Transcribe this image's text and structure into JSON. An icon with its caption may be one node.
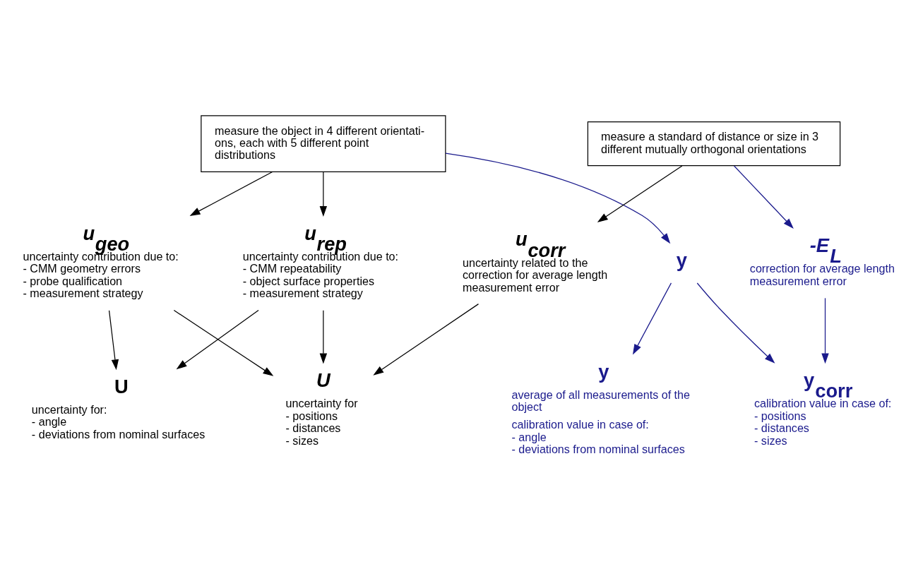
{
  "diagram": {
    "nodes": [
      {
        "text": [
          "measure the object in 4 different orientati- ons, each with 5 different point distributions"
        ]
      },
      {
        "text": [
          "measure a standard of distance or size in 3 different mutually orthogonal orientations"
        ]
      },
      {
        "text": [
          "u$_{geo}$",
          "uncertainty contribution due to: - CMM geometry errors - probe qualification - measurement strategy"
        ]
      },
      {
        "text": [
          "u$_{rep}$",
          "uncertainty contribution due to: - CMM repeatability - object surface properties - measurement strategy"
        ]
      },
      {
        "text": [
          "y"
        ]
      },
      {
        "text": [
          "-E$_{L}$",
          "correction for average length measurement error"
        ]
      },
      {
        "text": [
          "u$_{corr}$",
          "uncertainty related to the correction for average length measurement error"
        ]
      },
      {
        "text": [
          "U",
          "uncertainty for: - angle - deviations from nominal surfaces"
        ]
      },
      {
        "text": [
          "y",
          "average of all measurements of the object",
          "calibration value in case of: - angle - deviations from nominal surfaces"
        ]
      },
      {
        "text": [
          "y$_{corr}$",
          "calibration value in case of: - positions - distances - sizes"
        ]
      },
      {
        "text": [
          "U",
          "uncertainty for - positions - distances - sizes"
        ]
      }
    ],
    "edges": [
      {
        "from": 0,
        "to": 3,
        "arrow": "to"
      },
      {
        "from": 0,
        "to": 2,
        "arrow": "to"
      },
      {
        "from": 0,
        "to": 4,
        "arrow": "to",
        "color": "#1a1a8c"
      },
      {
        "from": 1,
        "to": 5,
        "arrow": "to",
        "color": "#1a1a8c"
      },
      {
        "from": 1,
        "to": 6,
        "arrow": "to"
      },
      {
        "from": 3,
        "to": 7,
        "arrow": "to"
      },
      {
        "from": 2,
        "to": 7,
        "arrow": "to"
      },
      {
        "from": 3,
        "to": 10,
        "arrow": "to"
      },
      {
        "from": 2,
        "to": 10,
        "arrow": "to"
      },
      {
        "from": 4,
        "to": 8,
        "arrow": "to",
        "color": "#1a1a8c"
      },
      {
        "from": 4,
        "to": 9,
        "arrow": "to",
        "color": "#1a1a8c"
      },
      {
        "from": 5,
        "to": 9,
        "arrow": "to",
        "color": "#1a1a8c"
      },
      {
        "from": 6,
        "to": 10,
        "arrow": "to"
      }
    ]
  }
}
